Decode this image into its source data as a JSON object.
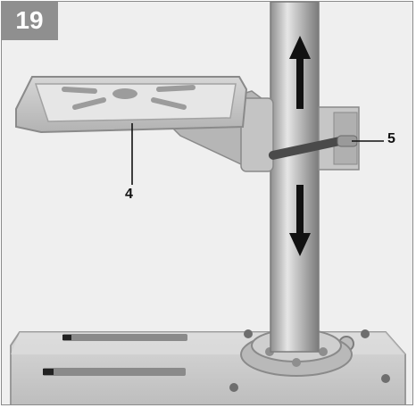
{
  "figure": {
    "number": "19",
    "callouts": [
      {
        "label": "4",
        "target": "drill-table"
      },
      {
        "label": "5",
        "target": "table-clamp-lever"
      }
    ],
    "colors": {
      "badge": "#8f8f8f",
      "metal": "#c9c9c9",
      "column": "#b8b8b8",
      "arrow": "#111111",
      "background": "#f2f2f2"
    },
    "arrows": [
      "up",
      "down"
    ]
  }
}
